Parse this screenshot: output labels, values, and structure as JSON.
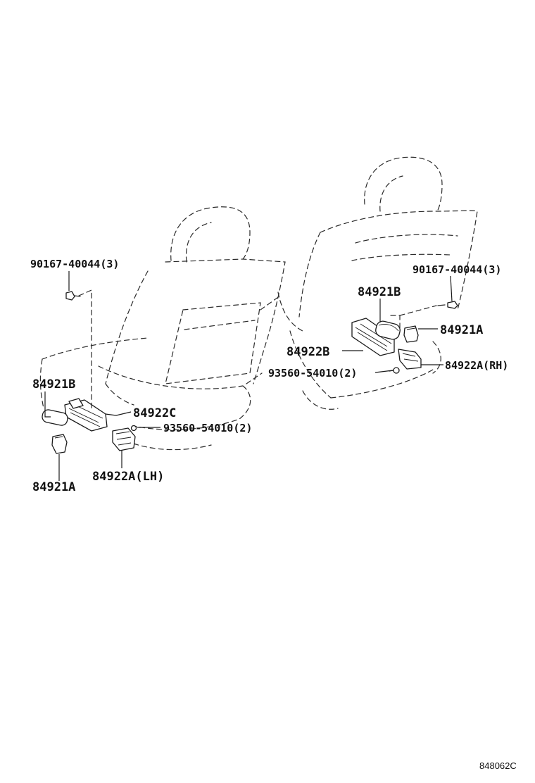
{
  "callouts": {
    "left_bolt": "90167-40044(3)",
    "right_bolt": "90167-40044(3)",
    "right_84921b": "84921B",
    "right_84921a": "84921A",
    "right_84922b": "84922B",
    "right_screw": "93560-54010(2)",
    "right_84922a": "84922A(RH)",
    "left_84921b": "84921B",
    "left_84922c": "84922C",
    "left_screw": "93560-54010(2)",
    "left_84922a": "84922A(LH)",
    "left_84921a": "84921A"
  },
  "figure_code": "848062C"
}
